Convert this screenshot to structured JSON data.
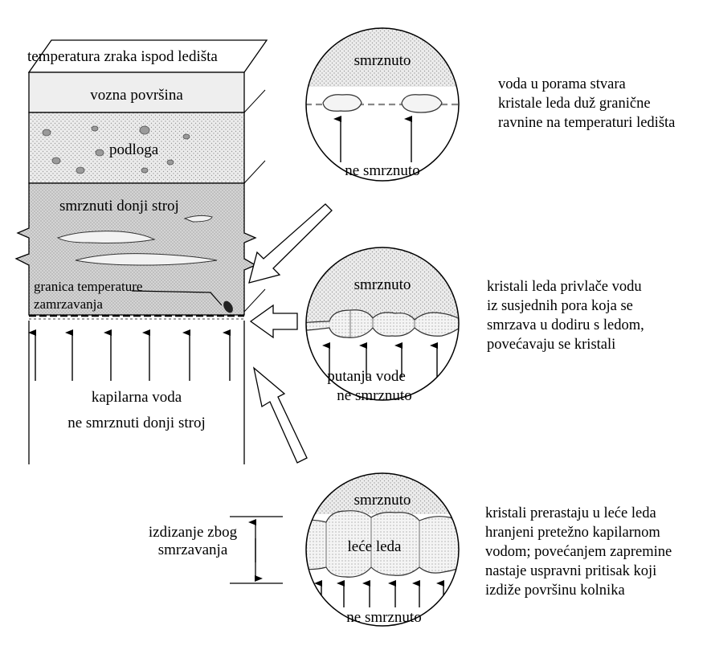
{
  "column": {
    "top_label": "temperatura zraka ispod ledišta",
    "surface": "vozna površina",
    "base": "podloga",
    "frozen_subgrade": "smrznuti donji stroj",
    "freeze_boundary": [
      "granica temperature",
      "zamrzavanja"
    ],
    "capillary_water": "kapilarna voda",
    "unfrozen_subgrade": "ne smrznuti donji stroj"
  },
  "circles": [
    {
      "top": "smrznuto",
      "bottom": "ne smrznuto",
      "description": [
        "voda u porama stvara",
        "kristale leda duž granične",
        "ravnine na temperaturi ledišta"
      ]
    },
    {
      "top": "smrznuto",
      "path": "putanja vode",
      "bottom": "ne smrznuto",
      "description": [
        "kristali leda privlače vodu",
        "iz susjednih pora koja se",
        "smrzava u dodiru s ledom,",
        "povećavaju se  kristali"
      ]
    },
    {
      "top": "smrznuto",
      "center": "leće leda",
      "bottom": "ne smrznuto",
      "description": [
        "kristali prerastaju u leće leda",
        "hranjeni pretežno kapilarnom",
        "vodom; povećanjem zapremine",
        "nastaje uspravni pritisak koji",
        "izdiže površinu kolnika"
      ]
    }
  ],
  "heave": [
    "izdizanje zbog",
    "smrzavanja"
  ],
  "colors": {
    "frozen_stipple": "#e6e6e6",
    "subgrade_gray": "#d4d4d4",
    "ink": "#000000"
  }
}
